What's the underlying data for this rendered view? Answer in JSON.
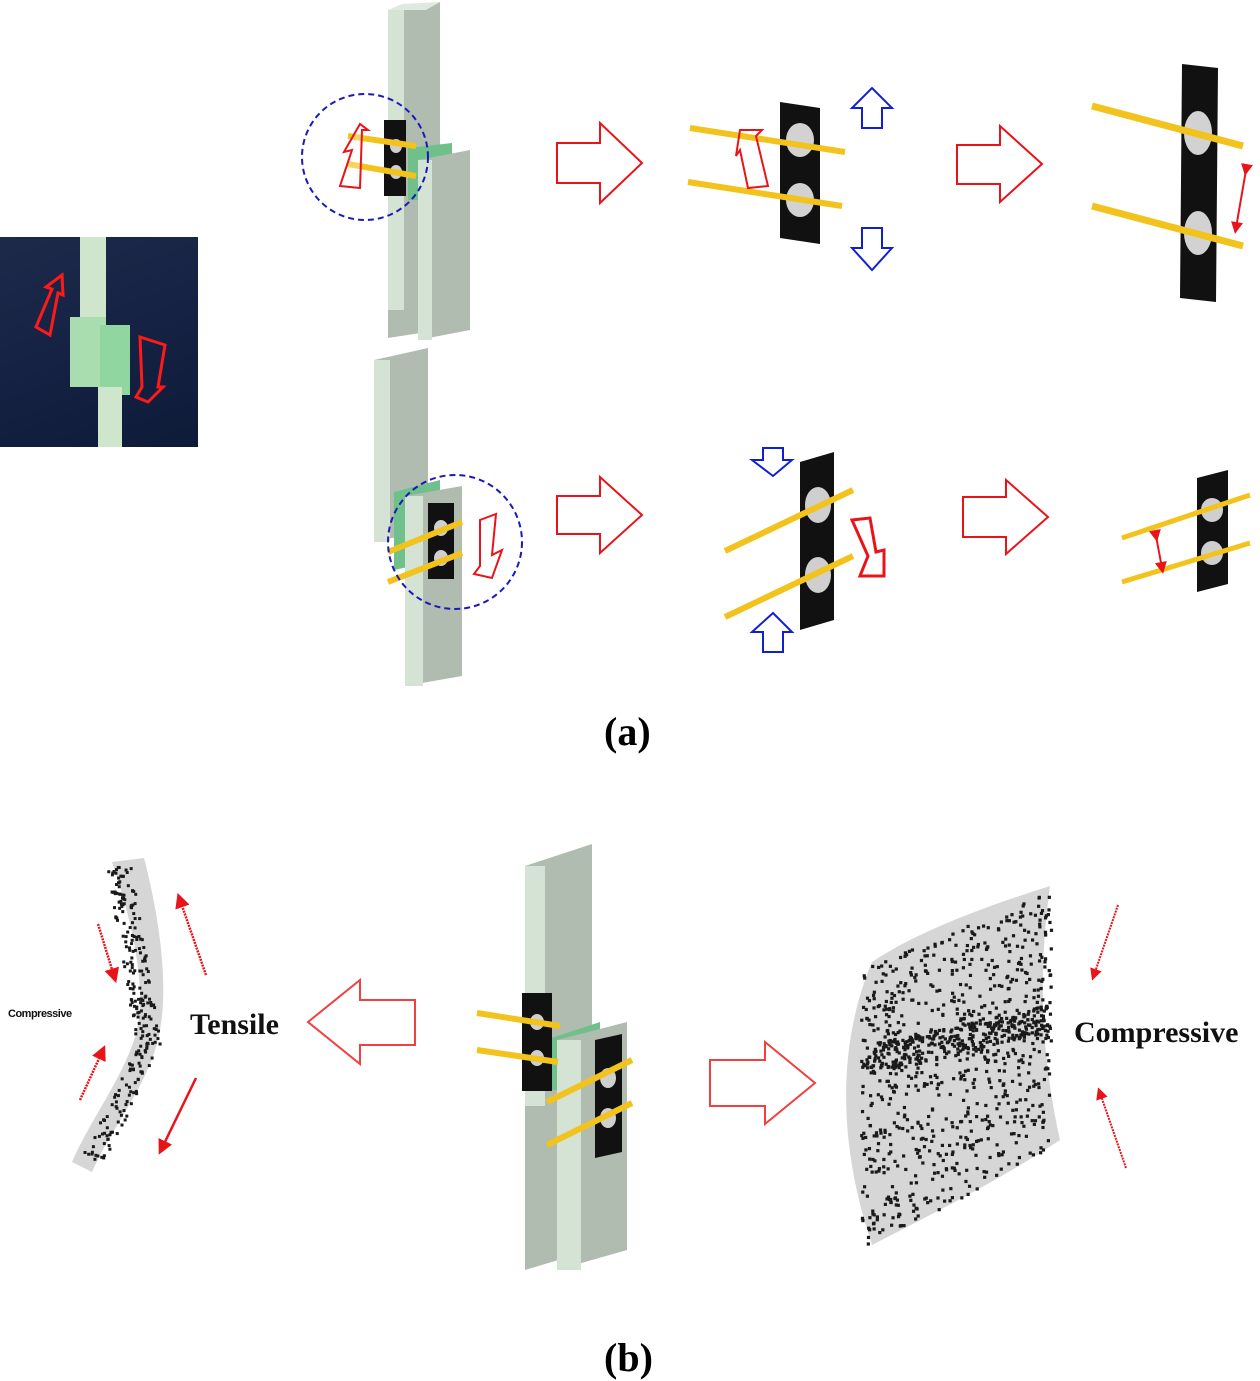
{
  "figure": {
    "panel_a": {
      "caption": "(a)",
      "photo": {
        "description": "photograph of bonded lap joint specimen under bending",
        "background_color": "#162447"
      },
      "rows": [
        {
          "name": "top-row",
          "rotation": "counterclockwise",
          "load_arrows": [
            "up",
            "down"
          ],
          "result": "pin-separation"
        },
        {
          "name": "bottom-row",
          "rotation": "clockwise",
          "load_arrows": [
            "down",
            "up"
          ],
          "result": "pin-approach"
        }
      ]
    },
    "panel_b": {
      "caption": "(b)",
      "left_label_small": "Compressive",
      "left_label_large": "Tensile",
      "right_label": "Compressive"
    },
    "colors": {
      "adherend": "#d4e3d4",
      "adherend_side": "#b1bcb1",
      "adhesive": "#6fc08a",
      "tab": "#111111",
      "pin": "#f2c31c",
      "hole": "#cfcfcf",
      "arrow_red": "#e8141a",
      "arrow_blue": "#1020d0",
      "circle_blue": "#1a1ab8",
      "speckle_bg": "#d6d6d6"
    }
  }
}
